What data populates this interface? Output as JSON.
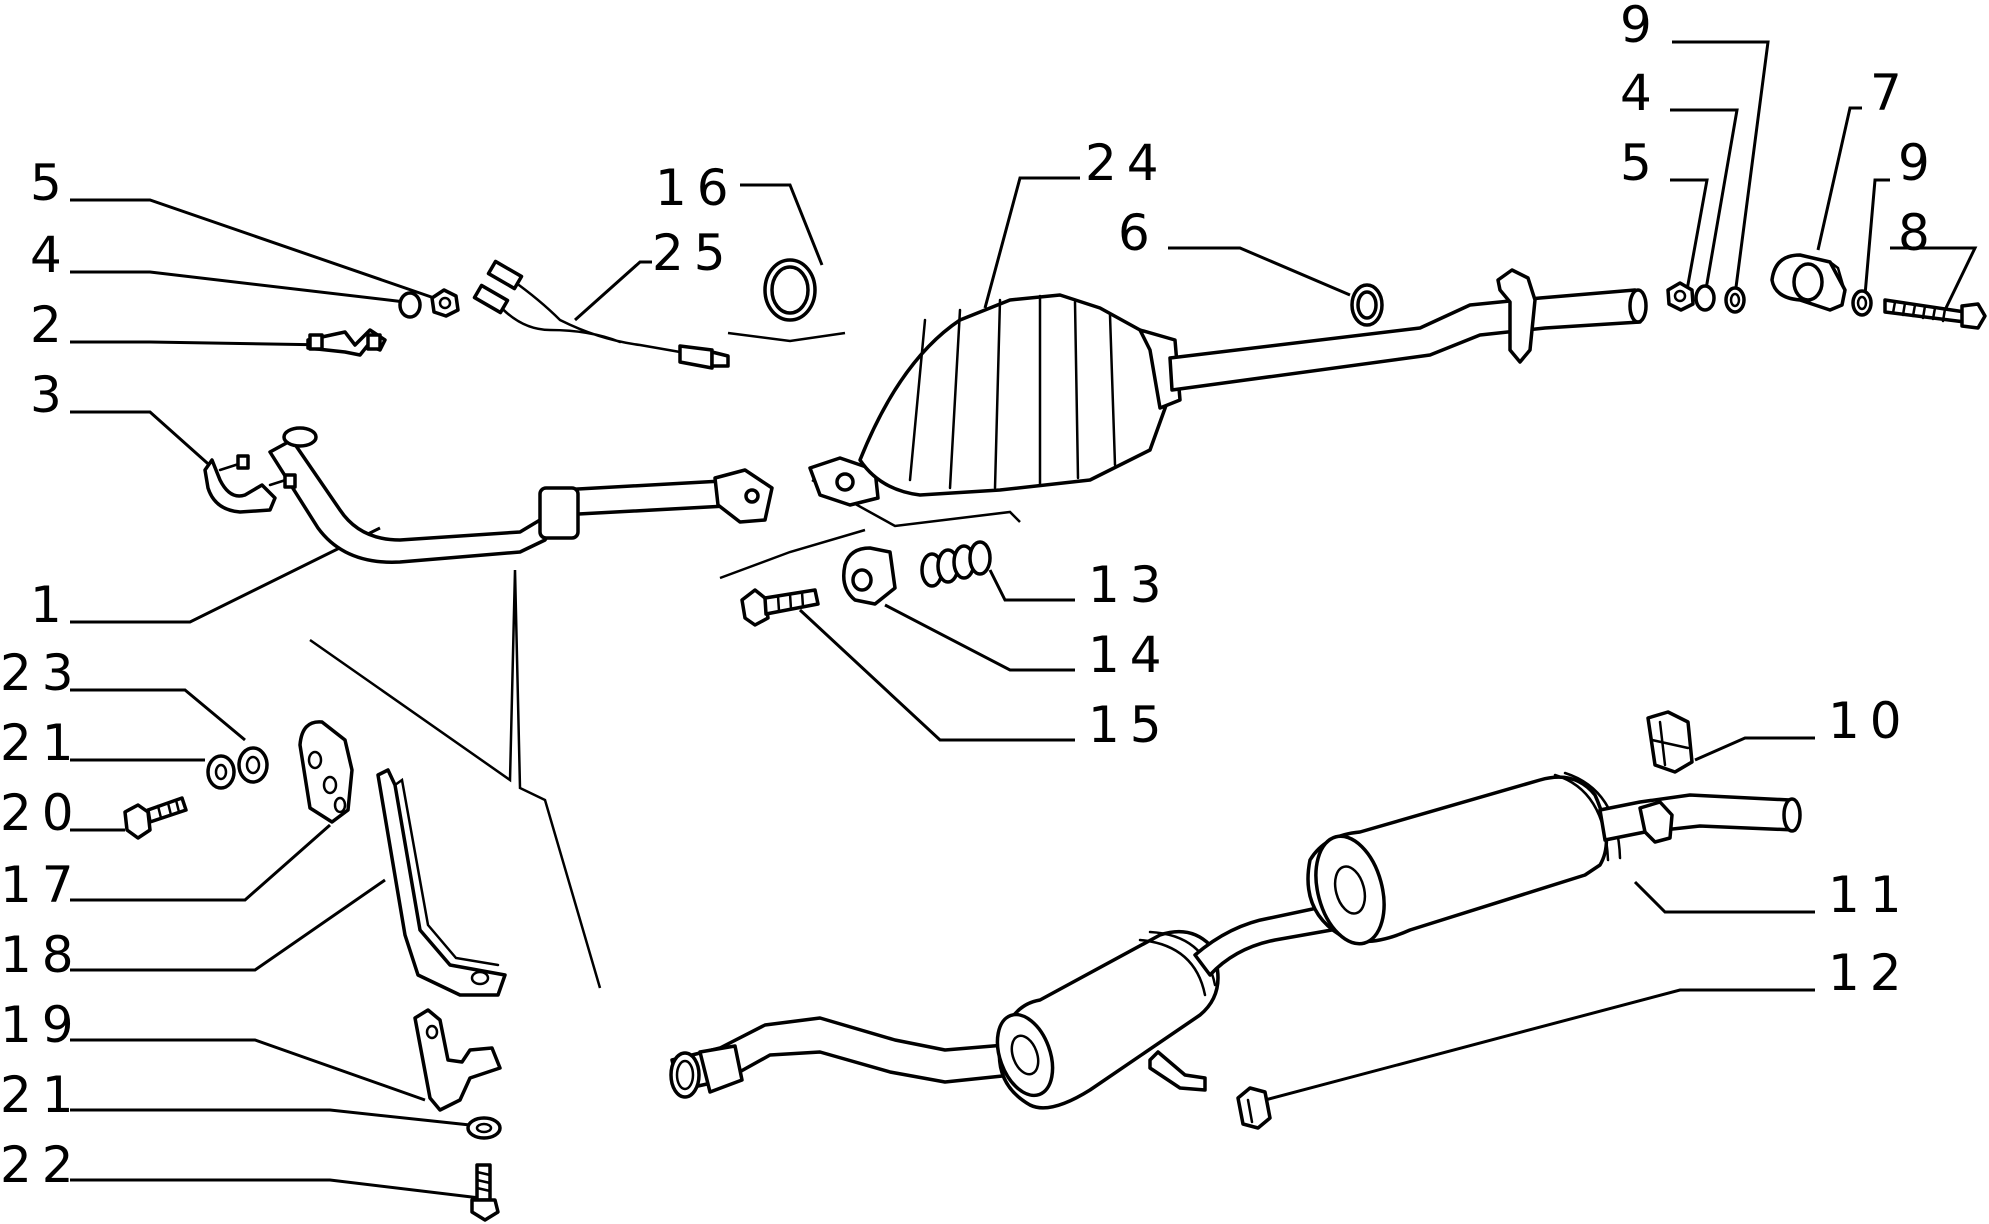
{
  "colors": {
    "ink": "#000000",
    "paper": "#ffffff"
  },
  "labels": {
    "l1": "1",
    "l2": "2",
    "l3": "3",
    "l4a": "4",
    "l5a": "5",
    "l16": "16",
    "l25": "25",
    "l24": "24",
    "l6": "6",
    "l9a": "9",
    "l4b": "4",
    "l5b": "5",
    "l7": "7",
    "l9b": "9",
    "l8": "8",
    "l13": "13",
    "l14": "14",
    "l15": "15",
    "l23": "23",
    "l21a": "21",
    "l20": "20",
    "l17": "17",
    "l18": "18",
    "l19": "19",
    "l21b": "21",
    "l22": "22",
    "l10": "10",
    "l11": "11",
    "l12": "12"
  }
}
